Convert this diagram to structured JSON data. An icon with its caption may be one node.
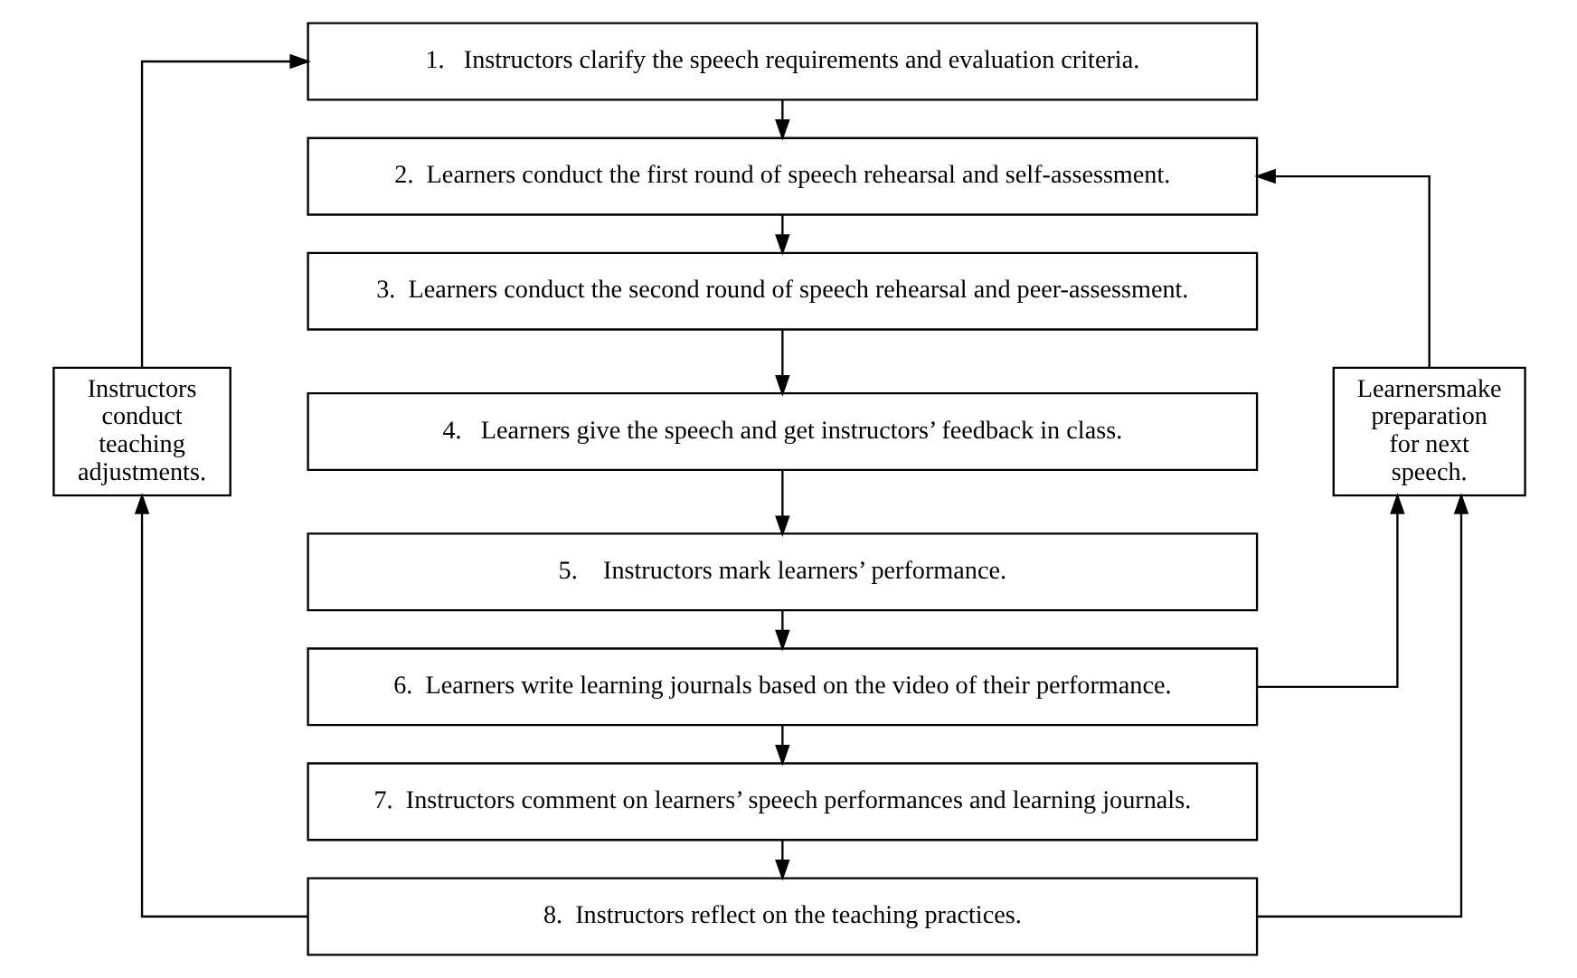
{
  "diagram": {
    "nodes": [
      {
        "text": [
          "1.   Instructors clarify the speech requirements and evaluation criteria."
        ]
      },
      {
        "text": [
          "2.  Learners conduct the first round of speech rehearsal and self-assessment."
        ]
      },
      {
        "text": [
          "3.  Learners conduct the second round of speech rehearsal and peer-assessment."
        ]
      },
      {
        "text": [
          "4.   Learners give the speech and get instructors’ feedback in class."
        ]
      },
      {
        "text": [
          "5.    Instructors mark learners’ performance."
        ]
      },
      {
        "text": [
          "6.  Learners write learning journals based on the video of their performance."
        ]
      },
      {
        "text": [
          "7.  Instructors comment on learners’ speech performances and learning journals."
        ]
      },
      {
        "text": [
          "8.  Instructors reflect on the teaching practices."
        ]
      },
      {
        "text": [
          "Instructors conduct teaching adjustments."
        ]
      },
      {
        "text": [
          "Learnersmake preparation for next speech."
        ]
      }
    ],
    "edges": [
      {
        "from": 0,
        "to": 1,
        "arrow": "to"
      },
      {
        "from": 1,
        "to": 2,
        "arrow": "to"
      },
      {
        "from": 2,
        "to": 3,
        "arrow": "to"
      },
      {
        "from": 3,
        "to": 4,
        "arrow": "to"
      },
      {
        "from": 4,
        "to": 5,
        "arrow": "to"
      },
      {
        "from": 5,
        "to": 6,
        "arrow": "to"
      },
      {
        "from": 6,
        "to": 7,
        "arrow": "to"
      },
      {
        "from": 7,
        "to": 8,
        "arrow": "to"
      },
      {
        "from": 8,
        "to": 0,
        "arrow": "to"
      },
      {
        "from": 5,
        "to": 9,
        "arrow": "to"
      },
      {
        "from": 7,
        "to": 9,
        "arrow": "to"
      },
      {
        "from": 9,
        "to": 1,
        "arrow": "to"
      }
    ]
  }
}
